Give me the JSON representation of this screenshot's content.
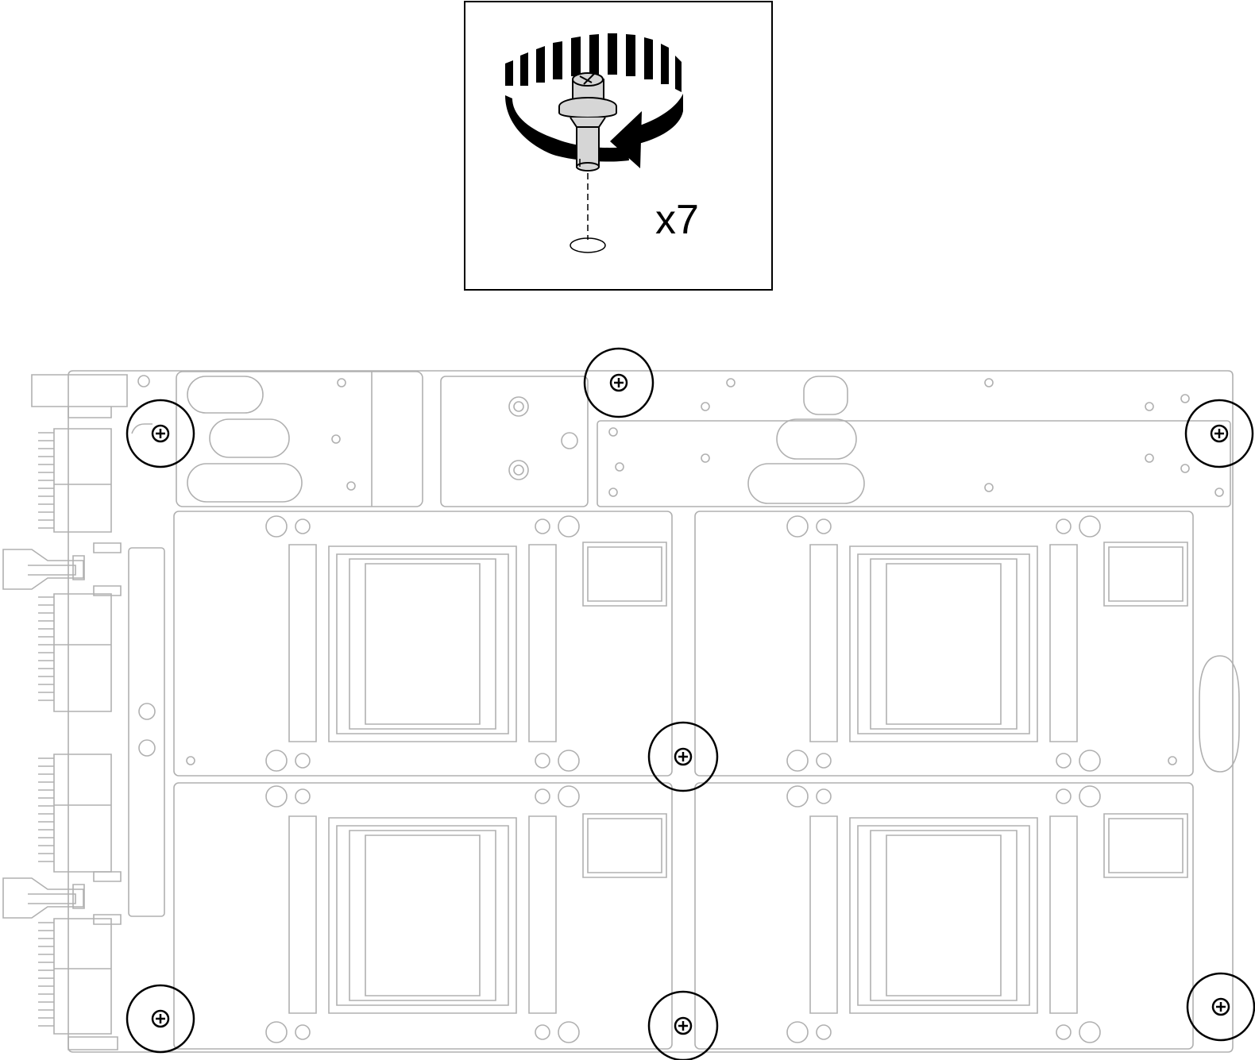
{
  "callout": {
    "quantity_label": "x7",
    "action_icon": "rotate-counterclockwise-arrow-icon",
    "screw_icon": "captive-screw-icon"
  },
  "board": {
    "highlighted_screw_count": 7,
    "gpu_module_count": 4
  },
  "colors": {
    "outline": "#b0b0b0",
    "highlight": "#000000",
    "background": "#ffffff"
  }
}
